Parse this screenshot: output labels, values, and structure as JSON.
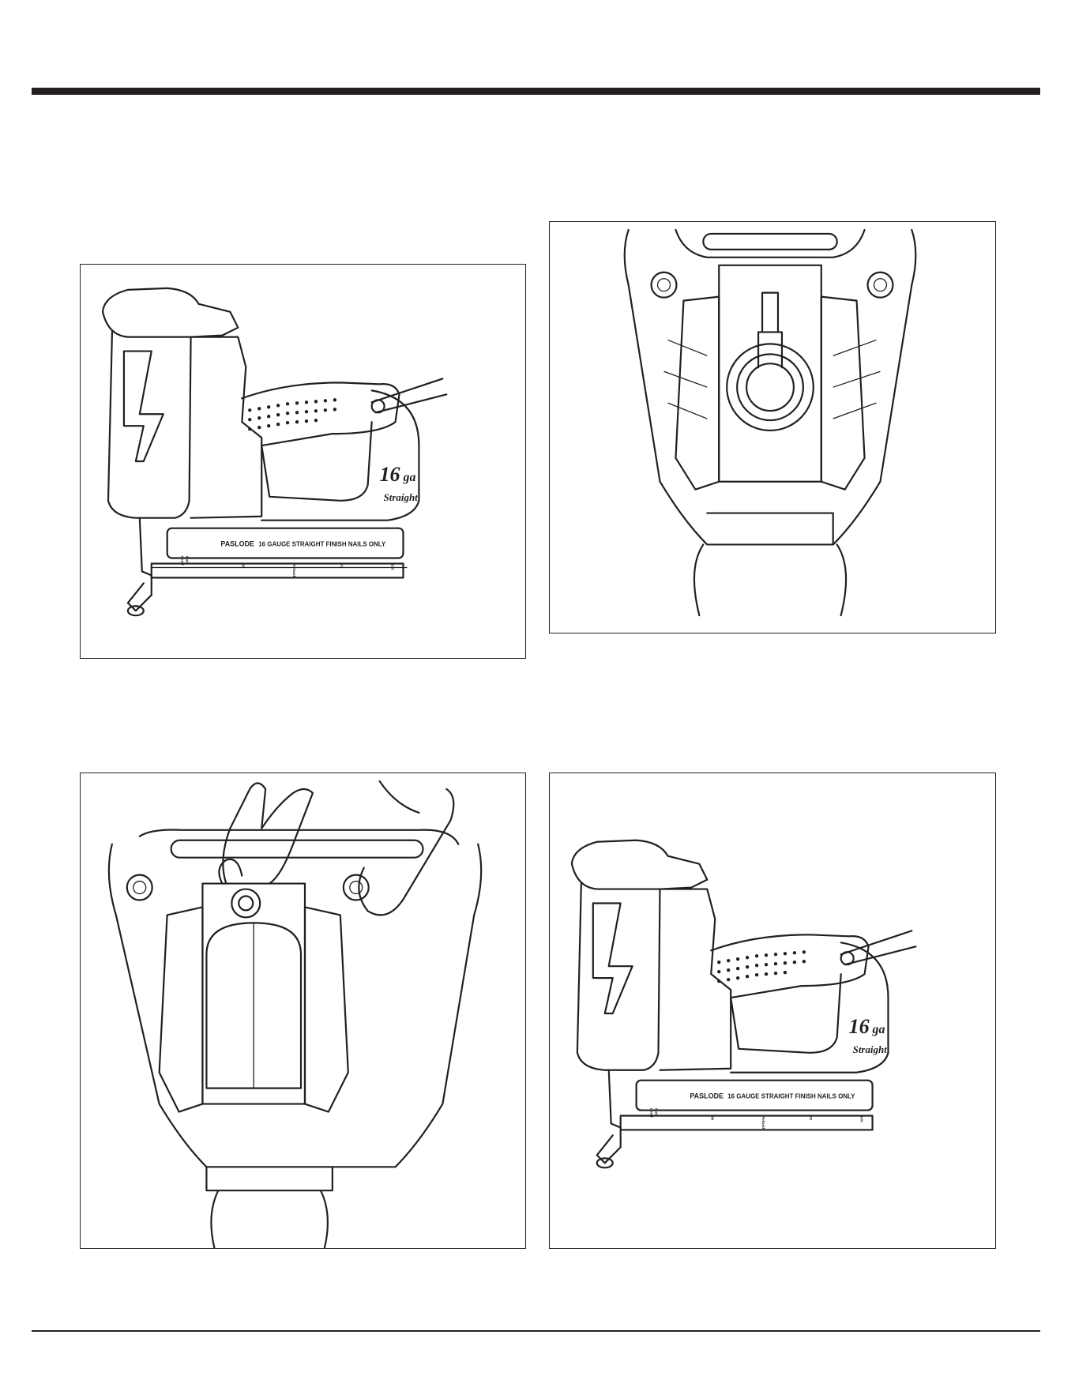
{
  "product_labels": {
    "brand": "PASLODE",
    "strip_label": "16 GAUGE STRAIGHT FINISH NAILS ONLY",
    "gauge_number": "16",
    "gauge_suffix": "ga",
    "gauge_type": "Straight",
    "scale_marks": [
      "Load",
      "Out",
      "38",
      "Reload",
      "72",
      "100"
    ]
  },
  "colors": {
    "ink": "#231f20",
    "paper": "#ffffff"
  }
}
